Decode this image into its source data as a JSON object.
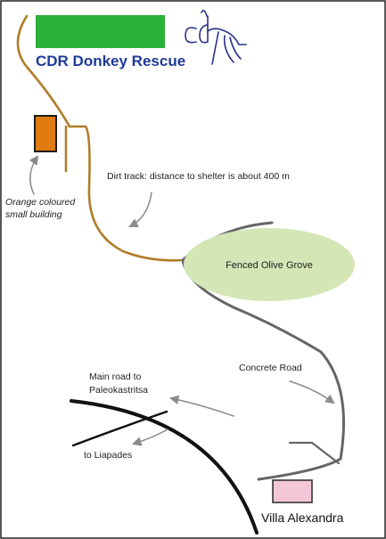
{
  "title": "CDR Donkey Rescue",
  "logo": {
    "letters": "cdr",
    "icon": "donkey-logo-icon"
  },
  "labels": {
    "orange_building": [
      "Orange coloured",
      "small building"
    ],
    "dirt_track": "Dirt track: distance to shelter is about 400 m",
    "olive_grove": "Fenced Olive Grove",
    "concrete_road": "Concrete Road",
    "main_road": [
      "Main road to",
      "Paleokastritsa"
    ],
    "liapades": "to Liapades",
    "villa": "Villa Alexandra"
  },
  "colors": {
    "shelter_green": "#2bb03a",
    "title_blue": "#1f3a9a",
    "dirt_track": "#b07d2a",
    "orange_building": "#e07b12",
    "olive_grove": "#d4e6b5",
    "villa_pink": "#f3c6d8",
    "concrete_road": "#666666",
    "main_road": "#111111",
    "arrow_gray": "#8a8a8a",
    "border": "#222222"
  }
}
